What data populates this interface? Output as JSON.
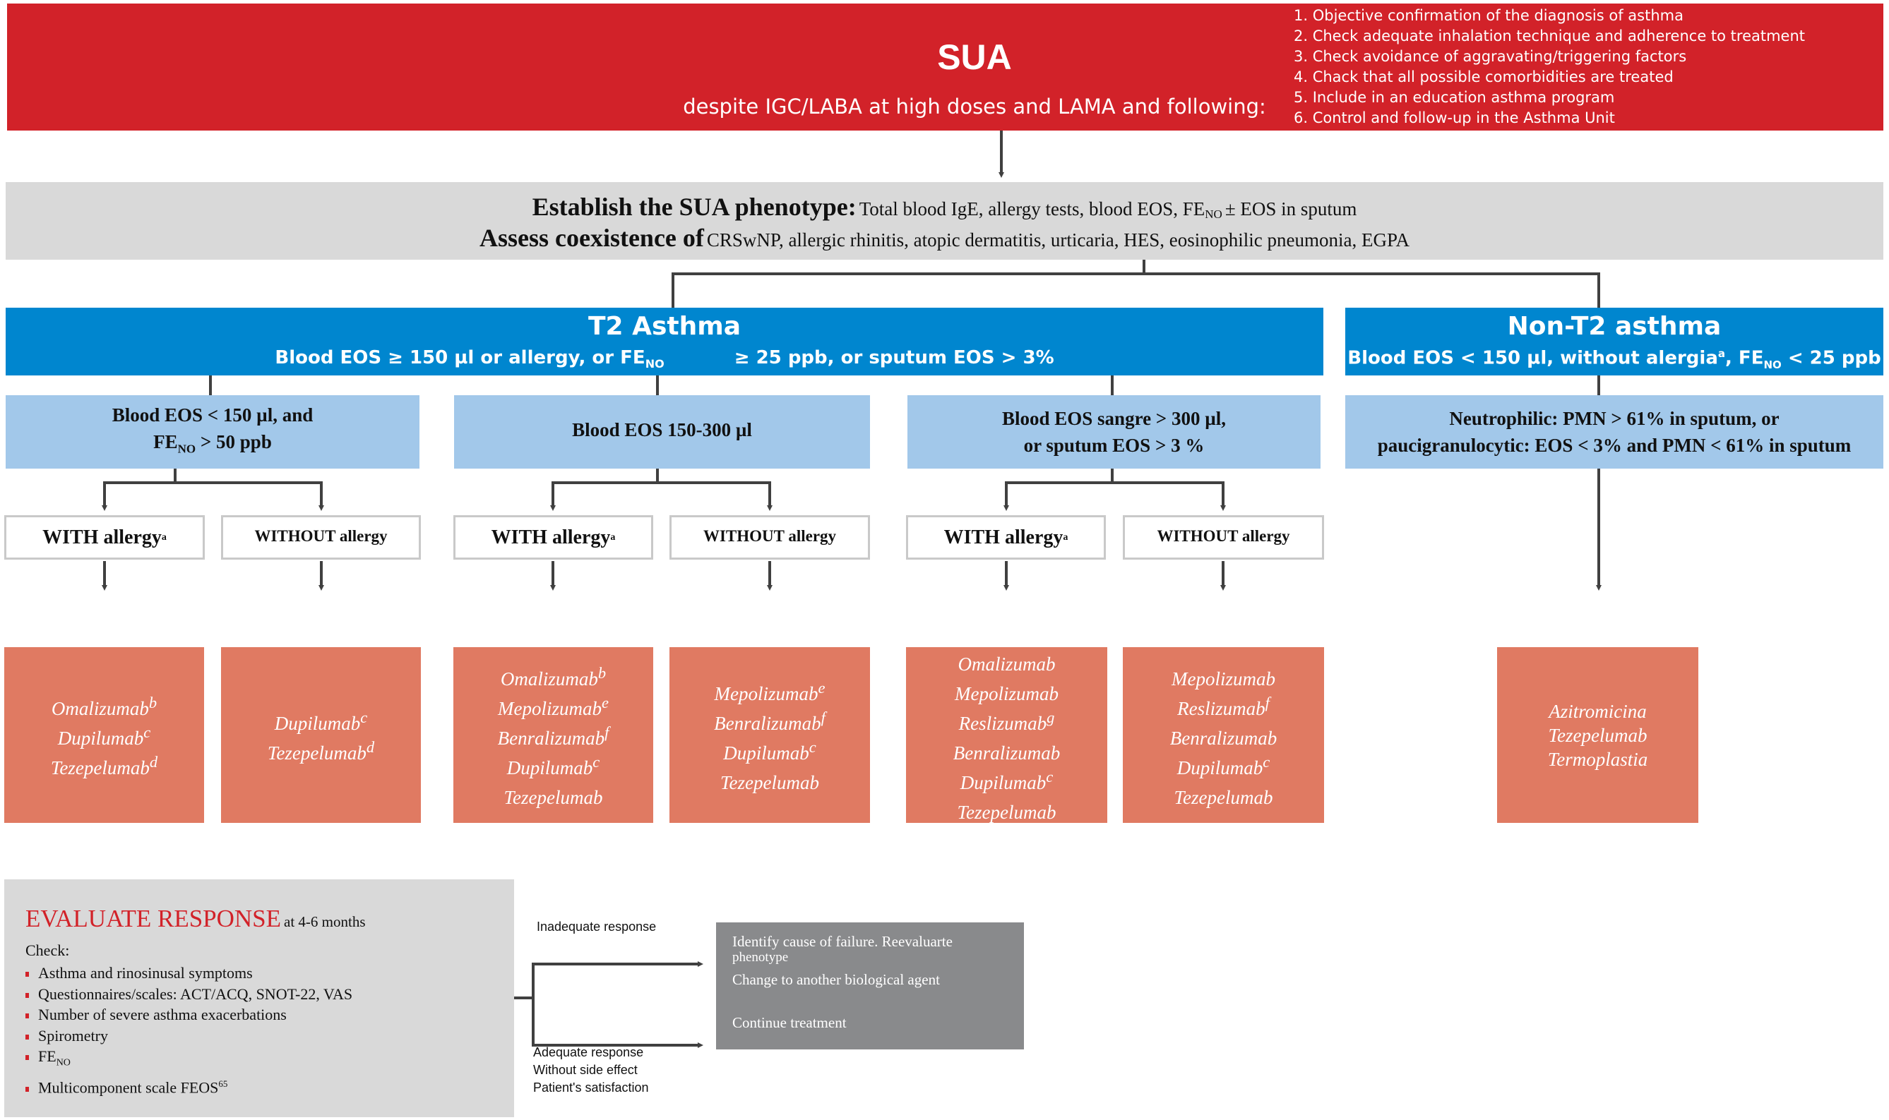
{
  "header": {
    "title": "SUA",
    "subtitle": "despite IGC/LABA at high doses and LAMA and following:",
    "checklist": [
      "1. Objective confirmation of the diagnosis of asthma",
      "2. Check adequate inhalation technique and adherence to treatment",
      "3. Check avoidance of aggravating/triggering factors",
      "4. Chack that all possible comorbidities are treated",
      "5. Include in an education asthma program",
      "6. Control and follow-up in the Asthma Unit"
    ]
  },
  "phenotype": {
    "line1_strong": "Establish the SUA phenotype:",
    "line1_text": "Total blood IgE, allergy tests, blood EOS, FE",
    "line1_sub": "NO",
    "line1_end": "± EOS in sputum",
    "line2_strong": "Assess coexistence of",
    "line2_text": "CRSwNP, allergic rhinitis, atopic dermatitis, urticaria, HES, eosinophilic pneumonia, EGPA"
  },
  "t2": {
    "title": "T2 Asthma",
    "sub_a": "Blood EOS  ≥ 150 µl or allergy, or FE",
    "sub_sub": "NO",
    "sub_b": "≥ 25 ppb, or sputum EOS > 3%"
  },
  "nont2": {
    "title": "Non-T2 asthma",
    "sub_a": "Blood EOS < 150 µl, without alergia",
    "sub_sup": "a",
    "sub_b": ", FE",
    "sub_sub": "NO",
    "sub_c": "< 25 ppb"
  },
  "groups": {
    "g1_line1": "Blood EOS < 150 µl, and",
    "g1_line2a": "FE",
    "g1_line2_sub": "NO",
    "g1_line2b": " > 50 ppb",
    "g2": "Blood EOS 150-300 µl",
    "g3_line1": "Blood EOS sangre > 300 µl,",
    "g3_line2": "or sputum EOS > 3 %",
    "g4_line1": "Neutrophilic: PMN > 61% in sputum, or",
    "g4_line2": "paucigranulocytic: EOS < 3% and PMN < 61% in sputum"
  },
  "allergy": {
    "with": "WITH allergy",
    "with_sup": "a",
    "without": "WITHOUT allergy"
  },
  "drugs": {
    "b1": [
      {
        "name": "Omalizumab",
        "sup": "b"
      },
      {
        "name": "Dupilumab",
        "sup": "c"
      },
      {
        "name": "Tezepelumab",
        "sup": "d"
      }
    ],
    "b2": [
      {
        "name": "Dupilumab",
        "sup": "c"
      },
      {
        "name": "Tezepelumab",
        "sup": "d"
      }
    ],
    "b3": [
      {
        "name": "Omalizumab",
        "sup": "b"
      },
      {
        "name": "Mepolizumab",
        "sup": "e"
      },
      {
        "name": "Benralizumab",
        "sup": "f"
      },
      {
        "name": "Dupilumab",
        "sup": "c"
      },
      {
        "name": "Tezepelumab",
        "sup": ""
      }
    ],
    "b4": [
      {
        "name": "Mepolizumab",
        "sup": "e"
      },
      {
        "name": "Benralizumab",
        "sup": "f"
      },
      {
        "name": "Dupilumab",
        "sup": "c"
      },
      {
        "name": "Tezepelumab",
        "sup": ""
      }
    ],
    "b5": [
      {
        "name": "Omalizumab",
        "sup": ""
      },
      {
        "name": "Mepolizumab",
        "sup": ""
      },
      {
        "name": "Reslizumab",
        "sup": "g"
      },
      {
        "name": "Benralizumab",
        "sup": ""
      },
      {
        "name": "Dupilumab",
        "sup": "c"
      },
      {
        "name": "Tezepelumab",
        "sup": ""
      }
    ],
    "b6": [
      {
        "name": "Mepolizumab",
        "sup": ""
      },
      {
        "name": "Reslizumab",
        "sup": "f"
      },
      {
        "name": "Benralizumab",
        "sup": ""
      },
      {
        "name": "Dupilumab",
        "sup": "c"
      },
      {
        "name": "Tezepelumab",
        "sup": ""
      }
    ],
    "b7": [
      {
        "name": "Azitromicina",
        "sup": ""
      },
      {
        "name": "Tezepelumab",
        "sup": ""
      },
      {
        "name": "Termoplastia",
        "sup": ""
      }
    ]
  },
  "evaluate": {
    "title": "EVALUATE RESPONSE",
    "title_small": "at 4-6 months",
    "check": "Check:",
    "items": [
      "Asthma and rinosinusal symptoms",
      "Questionnaires/scales:  ACT/ACQ,  SNOT-22,  VAS",
      "Number of severe asthma exacerbations",
      "Spirometry"
    ],
    "fe": "FE",
    "fe_sub": "NO",
    "multi": "Multicomponent scale FEOS",
    "multi_sup": "65"
  },
  "response": {
    "inadequate": "Inadequate response",
    "adequate_1": "Adequate response",
    "adequate_2": "Without side effect",
    "adequate_3": "Patient's satisfaction",
    "action_1": "Identify cause of failure.   Reevaluarte",
    "action_2": "phenotype",
    "action_3": "Change to another biological agent",
    "action_4": "Continue treatment"
  },
  "colors": {
    "red": "#d22229",
    "grey": "#d9d9d9",
    "blue": "#0086cf",
    "light_blue": "#a2c8ea",
    "orange": "#e07a62",
    "dark_grey": "#898a8c"
  }
}
